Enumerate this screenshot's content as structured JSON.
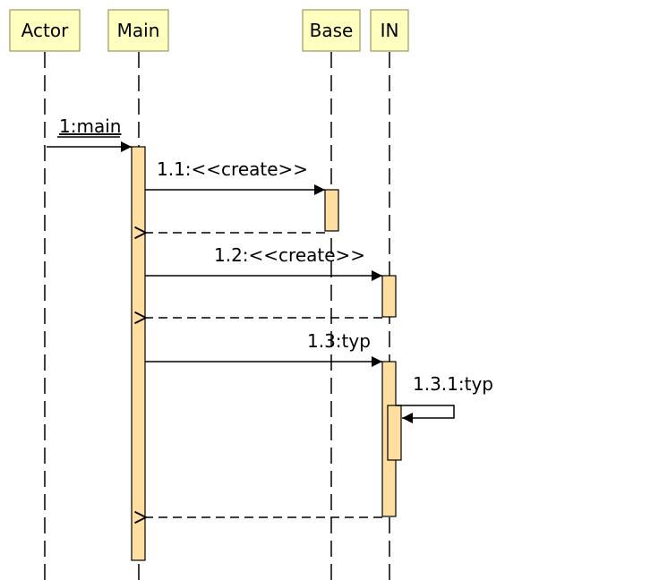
{
  "lifelines": [
    {
      "id": "actor",
      "label": "Actor"
    },
    {
      "id": "main",
      "label": "Main"
    },
    {
      "id": "base",
      "label": "Base"
    },
    {
      "id": "in",
      "label": "IN"
    }
  ],
  "messages": [
    {
      "id": "m1",
      "label": "1:main",
      "kind": "call",
      "from": "actor",
      "to": "main",
      "underlined": true
    },
    {
      "id": "m11",
      "label": "1.1:<<create>>",
      "kind": "call",
      "from": "main",
      "to": "base"
    },
    {
      "id": "r11",
      "label": "",
      "kind": "return",
      "from": "base",
      "to": "main"
    },
    {
      "id": "m12",
      "label": "1.2:<<create>>",
      "kind": "call",
      "from": "main",
      "to": "in"
    },
    {
      "id": "r12",
      "label": "",
      "kind": "return",
      "from": "in",
      "to": "main"
    },
    {
      "id": "m13",
      "label": "1.3:typ",
      "kind": "call",
      "from": "main",
      "to": "in"
    },
    {
      "id": "m131",
      "label": "1.3.1:typ",
      "kind": "self",
      "from": "in",
      "to": "in"
    },
    {
      "id": "r13",
      "label": "",
      "kind": "return",
      "from": "in",
      "to": "main"
    }
  ],
  "colors": {
    "lifeline_box_fill": "#ffffc0",
    "lifeline_box_stroke": "#9a9a60",
    "activation_fill": "#ffdea0",
    "line": "#000000"
  }
}
